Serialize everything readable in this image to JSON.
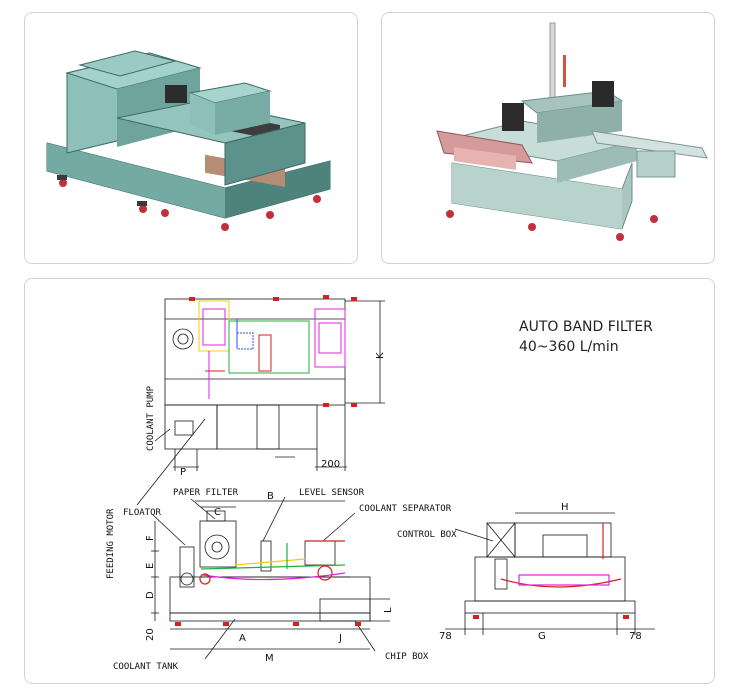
{
  "product": {
    "name": "AUTO BAND FILTER",
    "capacity": "40~360 L/min"
  },
  "labels": {
    "coolant_pump": "COOLANT PUMP",
    "feeding_motor": "FEEDING MOTOR",
    "paper_filter": "PAPER FILTER",
    "level_sensor": "LEVEL SENSOR",
    "coolant_separator": "COOLANT SEPARATOR",
    "floator": "FLOATOR",
    "control_box": "CONTROL BOX",
    "coolant_tank": "COOLANT TANK",
    "chip_box": "CHIP BOX"
  },
  "dimensions": {
    "K": "K",
    "P": "P",
    "d200": "200",
    "B": "B",
    "C": "C",
    "F": "F",
    "E": "E",
    "D": "D",
    "d20": "20",
    "A": "A",
    "J": "J",
    "L": "L",
    "M": "M",
    "H": "H",
    "G": "G",
    "d78_left": "78",
    "d78_right": "78"
  },
  "colors": {
    "machine_body": "#7fb3ad",
    "machine_dark": "#4f857f",
    "outline": "#1a1a1a",
    "accent_red": "#d42020",
    "accent_magenta": "#e020e0",
    "accent_green": "#20b040",
    "accent_yellow": "#f0d000"
  }
}
